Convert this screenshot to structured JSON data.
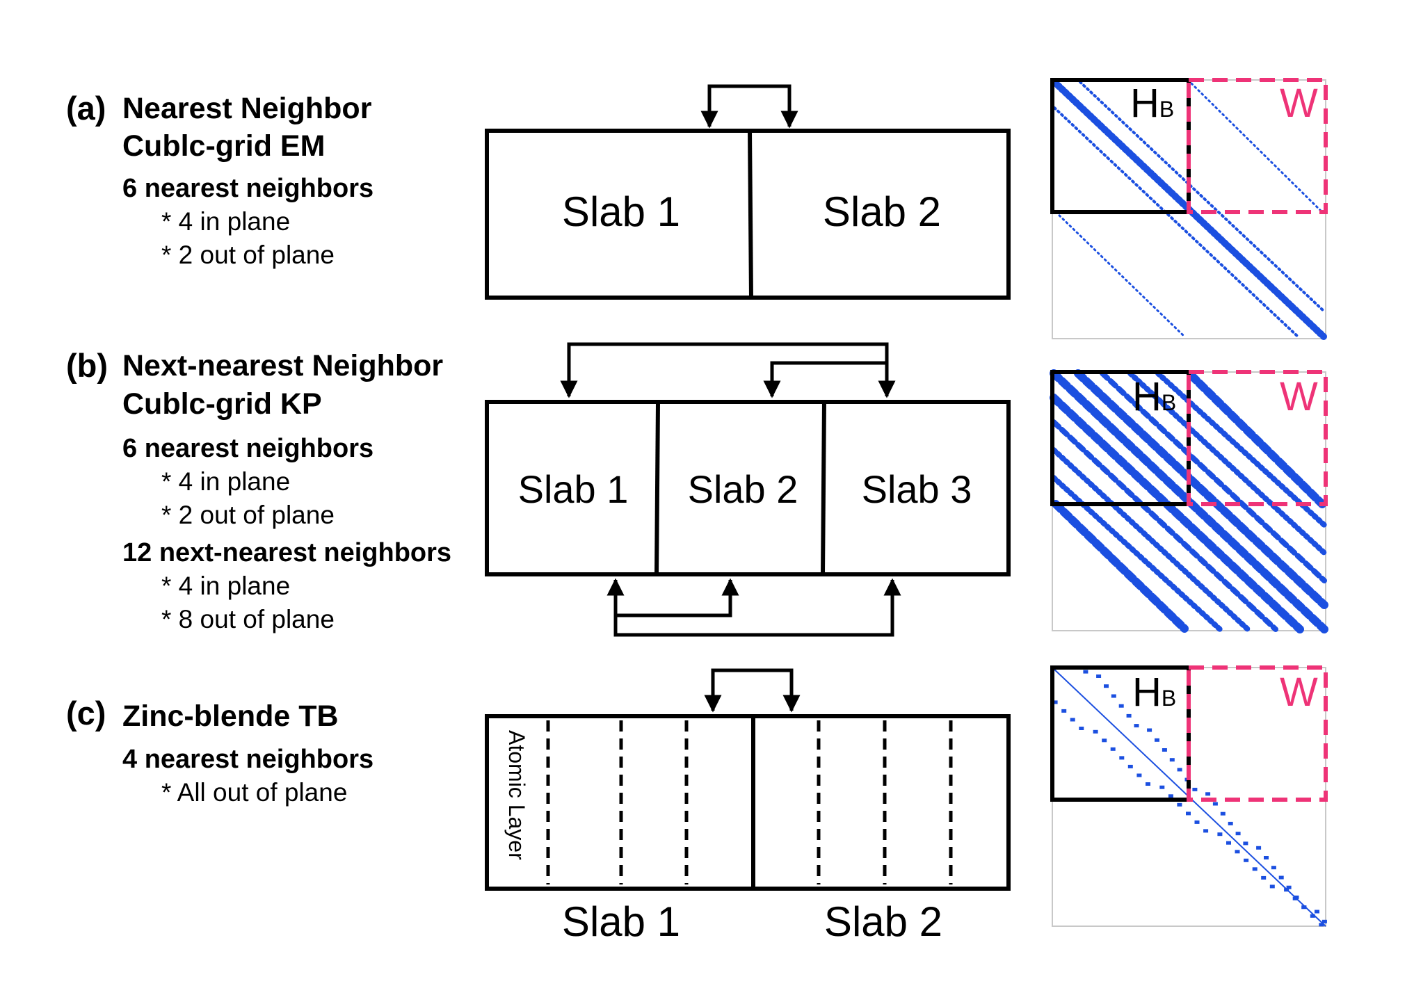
{
  "panels": [
    {
      "label": "(a)",
      "title_line1": "Nearest Neighbor",
      "title_line2": "Cublc-grid EM",
      "groups": [
        {
          "heading": "6 nearest neighbors",
          "items": [
            "* 4 in plane",
            "* 2 out of plane"
          ]
        }
      ],
      "slabs": [
        "Slab 1",
        "Slab 2"
      ],
      "matrix": {
        "hb": "H",
        "hb_sub": "B",
        "w": "W"
      }
    },
    {
      "label": "(b)",
      "title_line1": "Next-nearest Neighbor",
      "title_line2": "Cublc-grid KP",
      "groups": [
        {
          "heading": "6 nearest neighbors",
          "items": [
            "* 4 in plane",
            "* 2 out of plane"
          ]
        },
        {
          "heading": "12 next-nearest neighbors",
          "items": [
            "* 4 in plane",
            "* 8 out of plane"
          ]
        }
      ],
      "slabs": [
        "Slab 1",
        "Slab 2",
        "Slab 3"
      ],
      "matrix": {
        "hb": "H",
        "hb_sub": "B",
        "w": "W"
      }
    },
    {
      "label": "(c)",
      "title_line1": "Zinc-blende TB",
      "groups": [
        {
          "heading": "4 nearest neighbors",
          "items": [
            "* All out of plane"
          ]
        }
      ],
      "slabs": [
        "Slab 1",
        "Slab 2"
      ],
      "layer_label": "Atomic Layer",
      "matrix": {
        "hb": "H",
        "hb_sub": "B",
        "w": "W"
      }
    }
  ],
  "colors": {
    "line": "#000000",
    "w_dashed": "#ee3377",
    "matrix_dots": "#1b4fe0",
    "matrix_frame": "#c8c8c8"
  }
}
